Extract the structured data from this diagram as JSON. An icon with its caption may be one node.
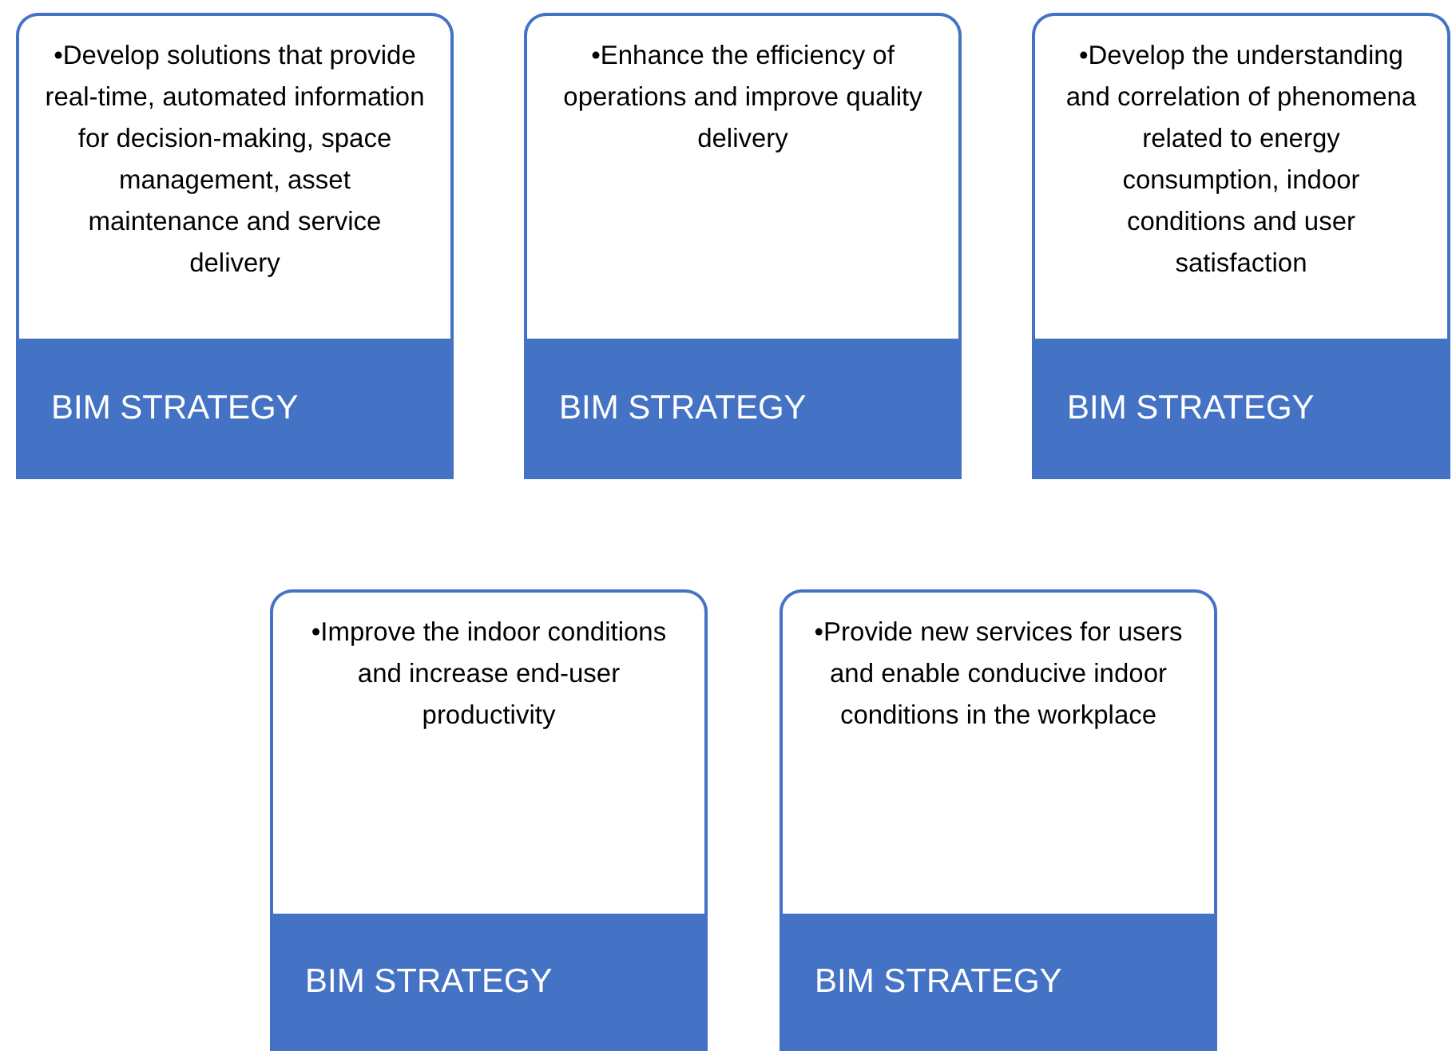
{
  "diagram": {
    "nodes": [
      {
        "text": [
          "•Develop solutions that provide real-time, automated information for decision-making, space management, asset maintenance and service delivery",
          "BIM STRATEGY"
        ]
      },
      {
        "text": [
          "•Enhance the efficiency of operations and improve quality delivery",
          "BIM STRATEGY"
        ]
      },
      {
        "text": [
          "•Develop the understanding and correlation of phenomena related to energy consumption, indoor conditions and user satisfaction",
          "BIM STRATEGY"
        ]
      },
      {
        "text": [
          "•Improve the indoor conditions and increase end-user productivity",
          "BIM STRATEGY"
        ]
      },
      {
        "text": [
          "•Provide new services for users and enable conducive indoor conditions in the workplace",
          "BIM STRATEGY"
        ]
      }
    ]
  }
}
